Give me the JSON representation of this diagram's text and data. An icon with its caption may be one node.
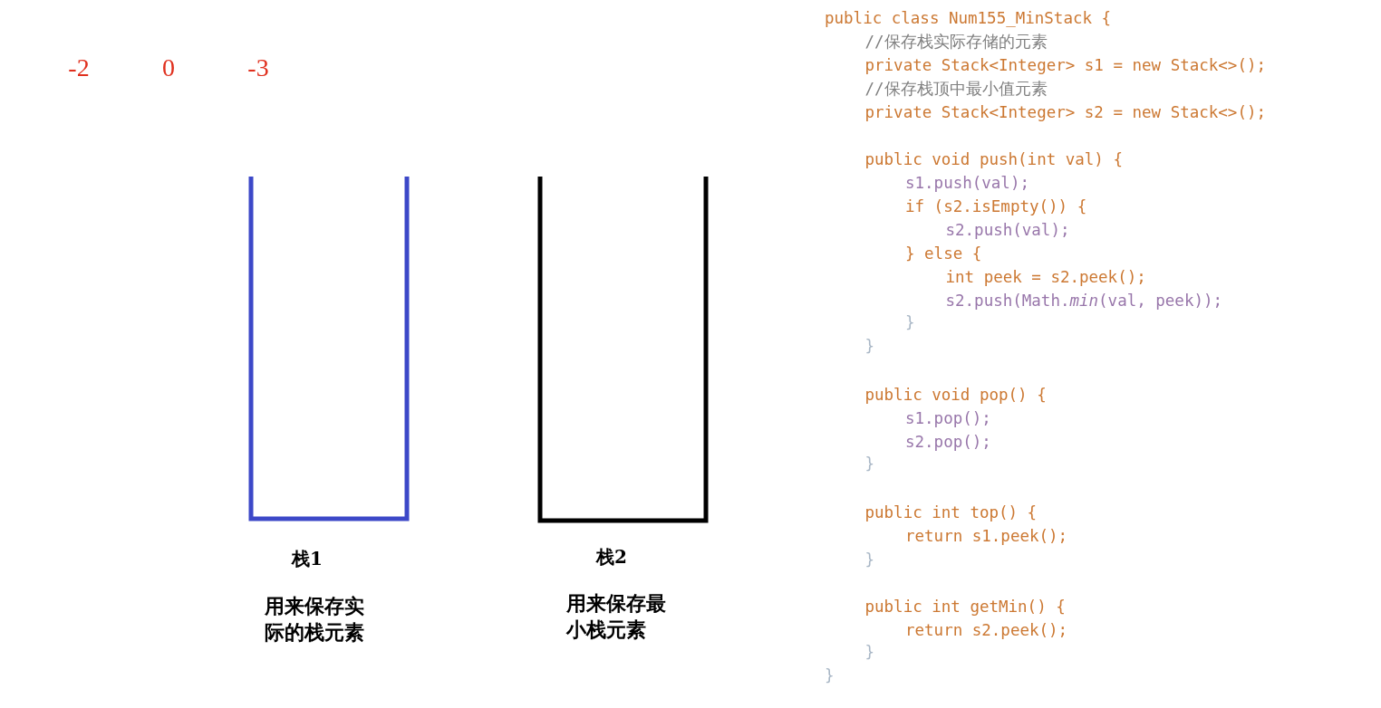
{
  "diagram": {
    "nodes": [
      {
        "text": [],
        "shape": "box",
        "beside": [
          "栈1",
          "用来保存实际的栈元素"
        ]
      },
      {
        "text": [],
        "shape": "box",
        "beside": [
          "栈2",
          "用来保存最小栈元素"
        ]
      }
    ],
    "edges": [],
    "labels": [
      "-2",
      "0",
      "-3",
      "public class Num155_MinStack {",
      "//保存栈实际存储的元素",
      "private Stack<Integer> s1 = new Stack<>();",
      "//保存栈顶中最小值元素",
      "private Stack<Integer> s2 = new Stack<>();",
      "public void push(int val) {",
      "s1.push(val);",
      "if (s2.isEmpty()) {",
      "s2.push(val);",
      "} else {",
      "int peek = s2.peek();",
      "s2.push(Math.*min*(val, peek));",
      "}",
      "}",
      "public void pop() {",
      "s1.pop();",
      "s2.pop();",
      "}",
      "public int top() {",
      "return s1.peek();",
      "}",
      "public int getMin() {",
      "return s2.peek();",
      "}",
      "}"
    ]
  }
}
